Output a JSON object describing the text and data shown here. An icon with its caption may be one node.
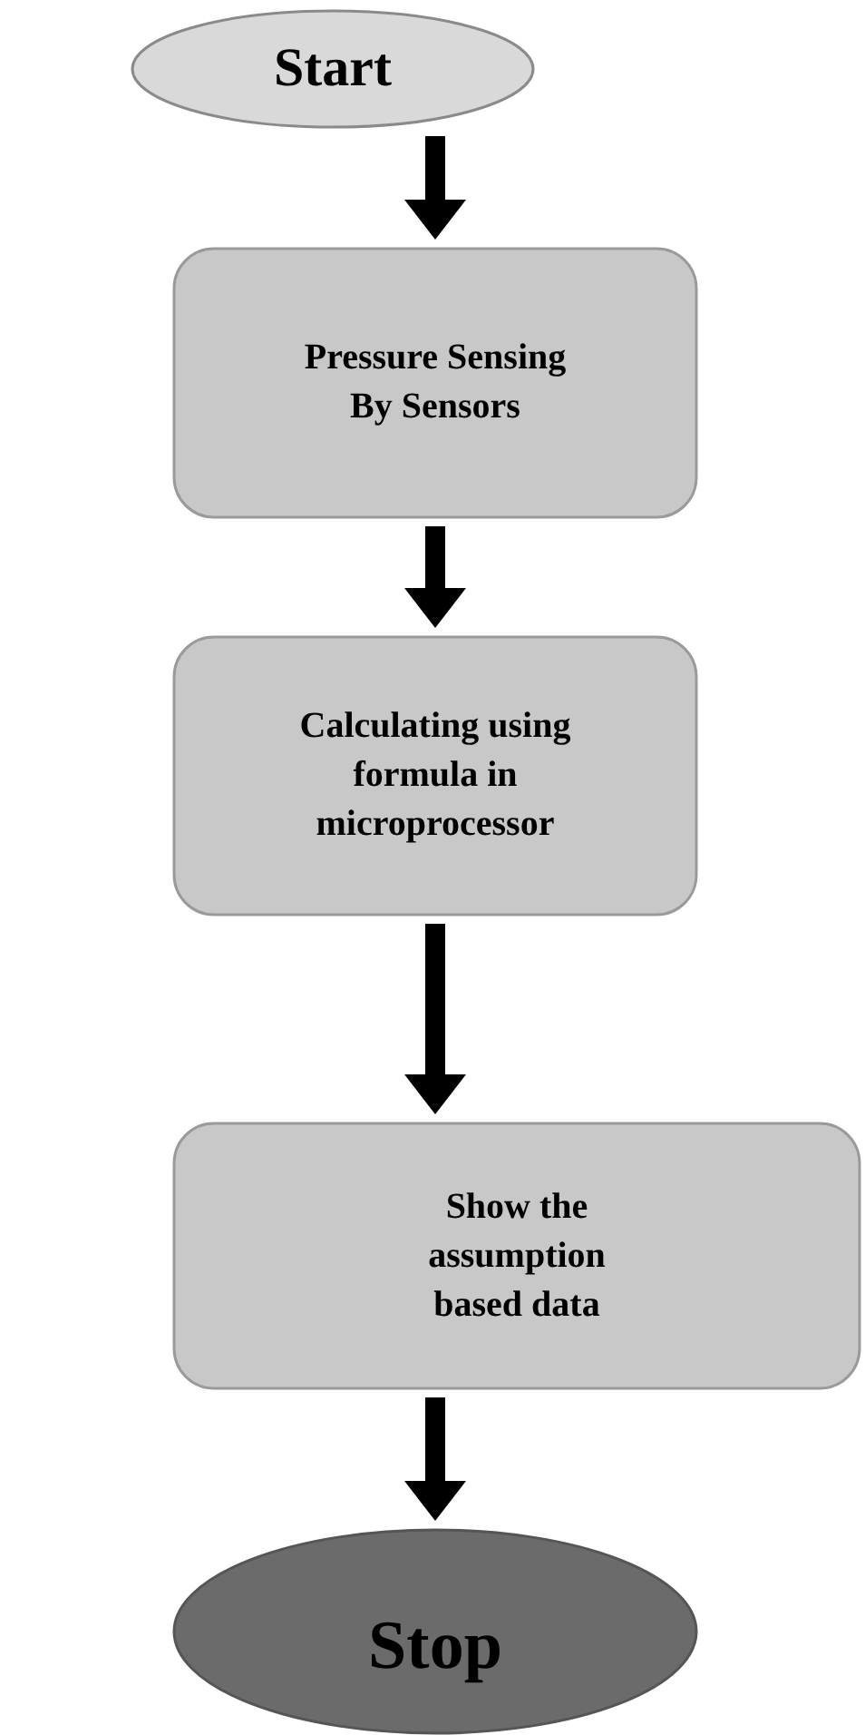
{
  "diagram": {
    "nodes": [
      {
        "text": [
          "Start"
        ]
      },
      {
        "text": [
          "Pressure Sensing By Sensors"
        ]
      },
      {
        "text": [
          "Calculating using formula in microprocessor"
        ]
      },
      {
        "text": [
          "Show the assumption based data"
        ]
      },
      {
        "text": [
          "Stop"
        ]
      }
    ],
    "edges": [
      {
        "from": 0,
        "to": 1,
        "arrow": "to"
      },
      {
        "from": 1,
        "to": 2,
        "arrow": "to"
      },
      {
        "from": 2,
        "to": 3,
        "arrow": "to"
      },
      {
        "from": 3,
        "to": 4,
        "arrow": "to"
      }
    ]
  }
}
